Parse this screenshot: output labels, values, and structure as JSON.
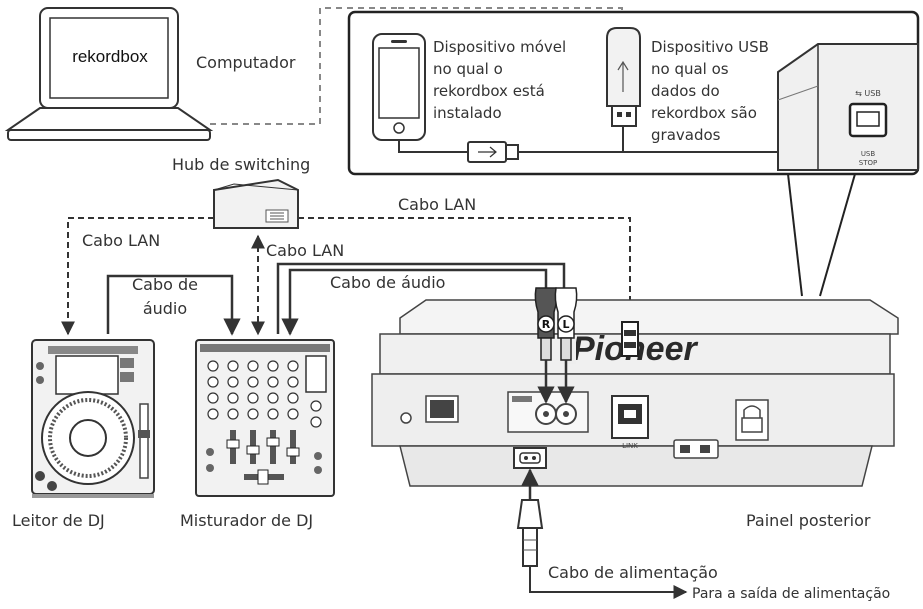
{
  "labels": {
    "computer_screen": "rekordbox",
    "computer": "Computador",
    "mobile_device_line1": "Dispositivo móvel",
    "mobile_device_line2": "no qual o",
    "mobile_device_line3": "rekordbox está",
    "mobile_device_line4": "instalado",
    "usb_device_line1": "Dispositivo USB",
    "usb_device_line2": "no qual os",
    "usb_device_line3": "dados do",
    "usb_device_line4": "rekordbox  são",
    "usb_device_line5": "gravados",
    "switching_hub": "Hub de switching",
    "lan_cable_top": "Cabo LAN",
    "lan_cable_left": "Cabo LAN",
    "lan_cable_mid": "Cabo LAN",
    "audio_cable_left_line1": "Cabo de",
    "audio_cable_left_line2": "áudio",
    "audio_cable_right": "Cabo de áudio",
    "dj_player": "Leitor de DJ",
    "dj_mixer": "Misturador de DJ",
    "rear_panel": "Painel posterior",
    "power_cable": "Cabo de alimentação",
    "power_outlet": "Para a saída de alimentação",
    "brand_logo": "Pioneer",
    "rca_r": "R",
    "rca_l": "L"
  },
  "colors": {
    "line": "#333333",
    "dashed": "#888888",
    "device_fill": "#f2f2f2",
    "device_dark": "#555555"
  }
}
